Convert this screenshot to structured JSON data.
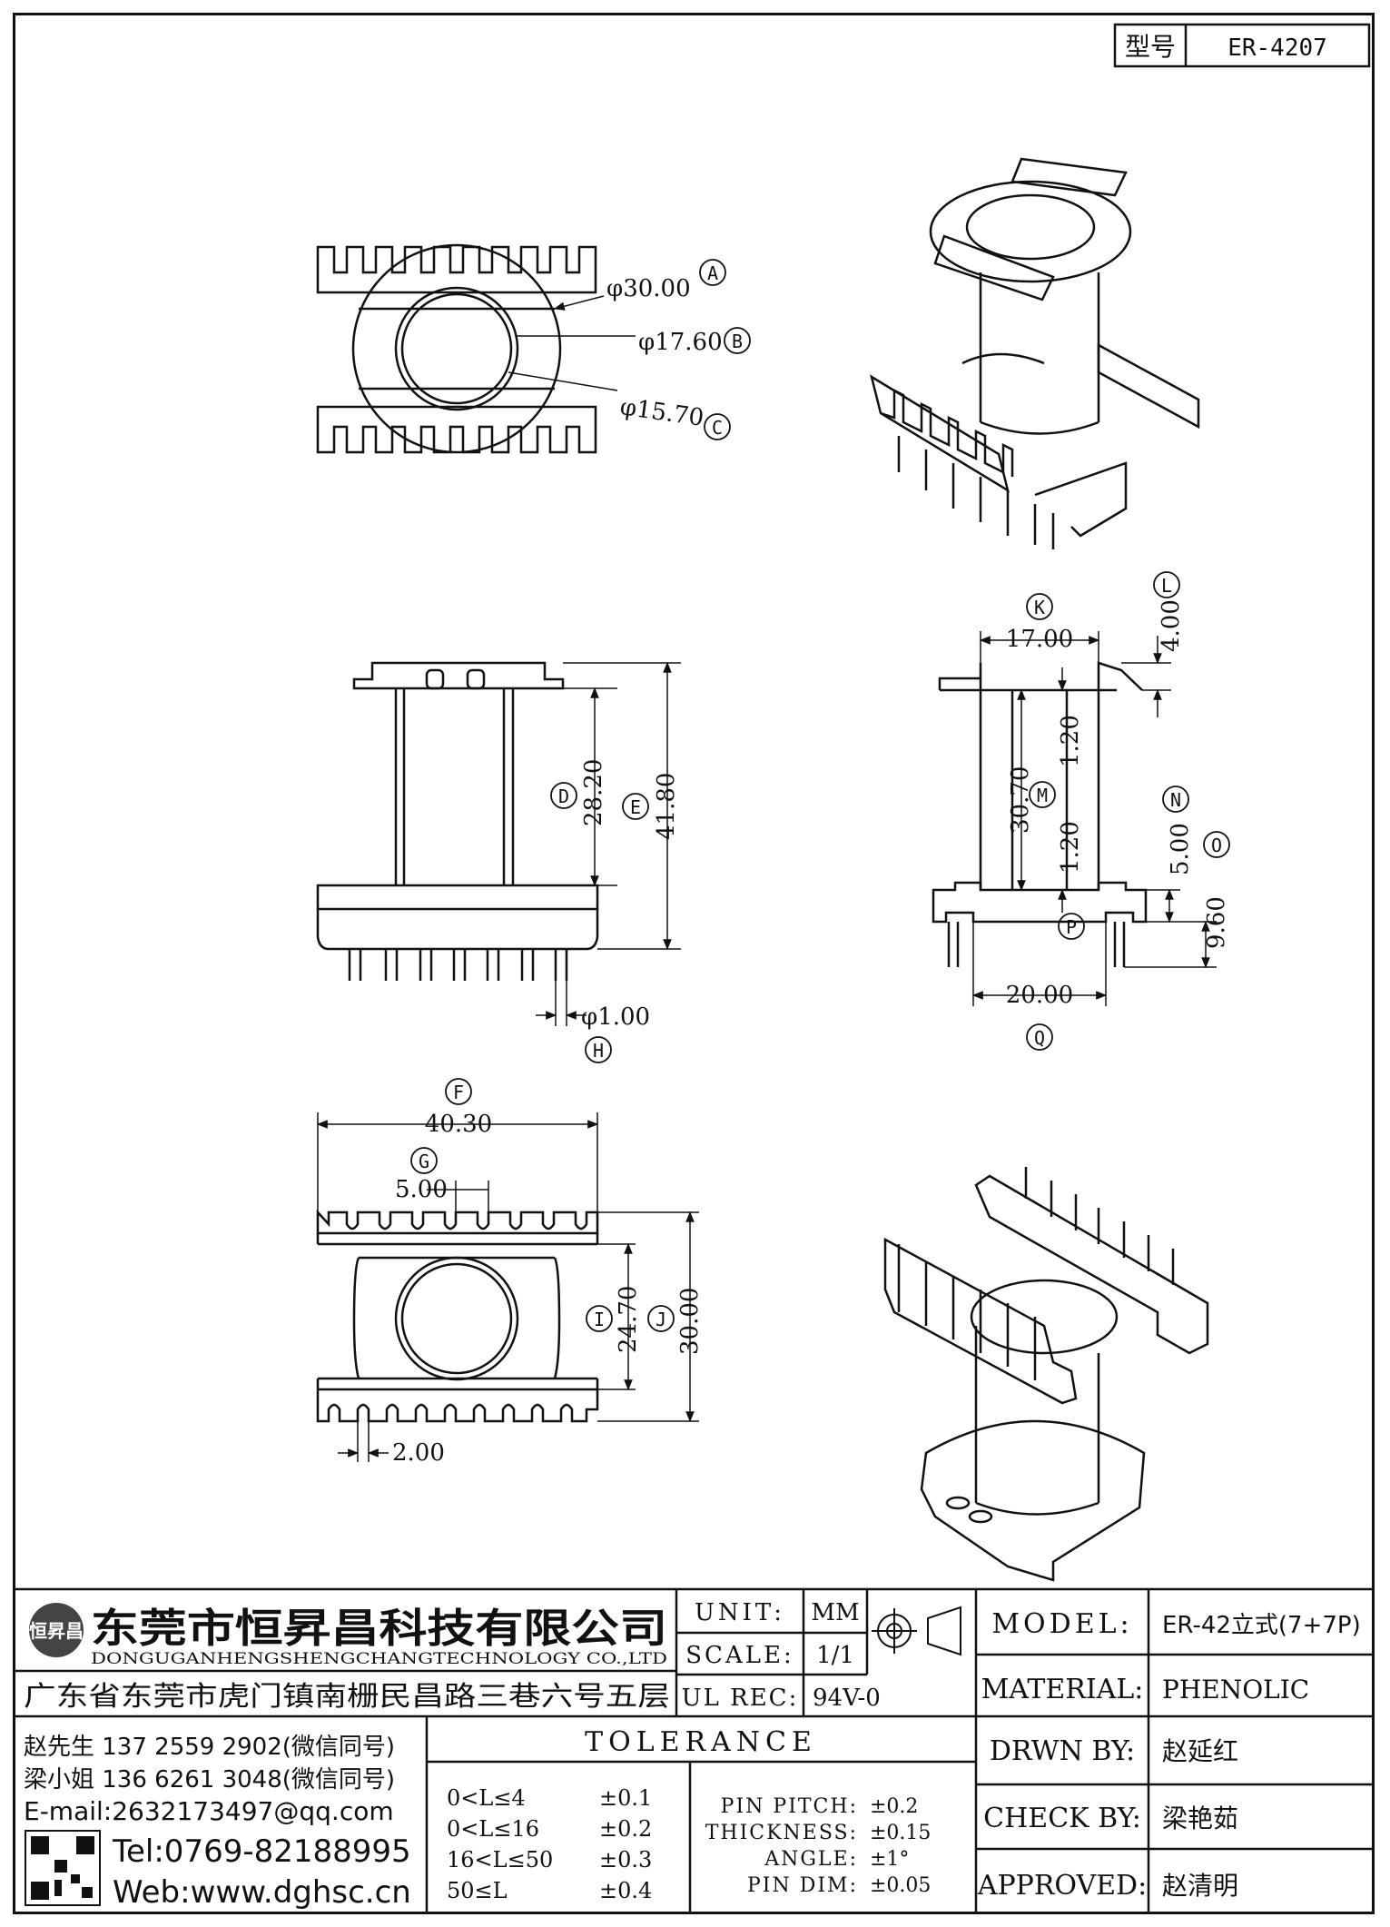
{
  "model_box": {
    "label": "型号",
    "value": "ER-4207"
  },
  "top_view": {
    "dim_a": "φ30.00",
    "tag_a": "A",
    "dim_b": "φ17.60",
    "tag_b": "B",
    "dim_c": "φ15.70",
    "tag_c": "C"
  },
  "front_view": {
    "dim_d": "28.20",
    "tag_d": "D",
    "dim_e": "41.80",
    "tag_e": "E",
    "dim_h": "φ1.00",
    "tag_h": "H"
  },
  "side_view": {
    "dim_k": "17.00",
    "tag_k": "K",
    "dim_l": "4.00",
    "tag_l": "L",
    "dim_m": "30.70",
    "tag_m": "M",
    "dim_m_top": "1.20",
    "dim_m_bot": "1.20",
    "dim_n": "5.00",
    "tag_n": "N",
    "dim_o": "9.60",
    "tag_o": "O",
    "tag_p": "P",
    "dim_q": "20.00",
    "tag_q": "Q"
  },
  "bottom_view": {
    "dim_f": "40.30",
    "tag_f": "F",
    "dim_g": "5.00",
    "tag_g": "G",
    "dim_i": "24.70",
    "tag_i": "I",
    "dim_j": "30.00",
    "tag_j": "J",
    "dim_pitch": "2.00"
  },
  "company": {
    "logo_text": "恒昇昌",
    "name_cn": "东莞市恒昇昌科技有限公司",
    "name_en": "DONGUGANHENGSHENGCHANGTECHNOLOGY CO.,LTD",
    "address": "广东省东莞市虎门镇南栅民昌路三巷六号五层",
    "contact1": "赵先生 137 2559 2902(微信同号)",
    "contact2": "梁小姐 136 6261 3048(微信同号)",
    "email": "E-mail:2632173497@qq.com",
    "tel": "Tel:0769-82188995",
    "web": "Web:www.dghsc.cn"
  },
  "specs": {
    "unit_label": "UNIT:",
    "unit_value": "MM",
    "scale_label": "SCALE:",
    "scale_value": "1/1",
    "ul_label": "UL REC:",
    "ul_value": "94V-0"
  },
  "tolerance": {
    "title": "TOLERANCE",
    "rows": [
      {
        "range": "0<L≤4",
        "tol": "±0.1"
      },
      {
        "range": "0<L≤16",
        "tol": "±0.2"
      },
      {
        "range": "16<L≤50",
        "tol": "±0.3"
      },
      {
        "range": "50≤L",
        "tol": "±0.4"
      }
    ],
    "extras": [
      {
        "label": "PIN PITCH:",
        "value": "±0.2"
      },
      {
        "label": "THICKNESS:",
        "value": "±0.15"
      },
      {
        "label": "ANGLE:",
        "value": "±1°"
      },
      {
        "label": "PIN DIM:",
        "value": "±0.05"
      }
    ]
  },
  "info": {
    "model_label": "MODEL:",
    "model_value": "ER-42立式(7+7P)",
    "material_label": "MATERIAL:",
    "material_value": "PHENOLIC",
    "drwn_label": "DRWN BY:",
    "drwn_value": "赵延红",
    "check_label": "CHECK BY:",
    "check_value": "梁艳茹",
    "approved_label": "APPROVED:",
    "approved_value": "赵清明"
  }
}
